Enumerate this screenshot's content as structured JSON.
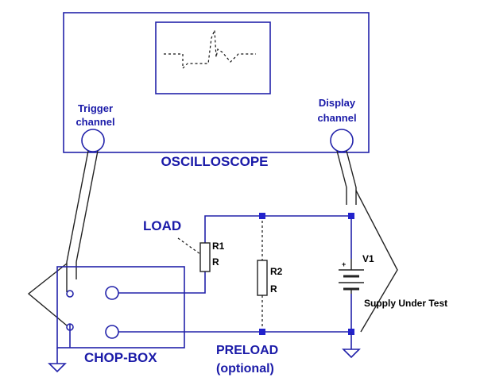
{
  "labels": {
    "oscilloscope": "OSCILLOSCOPE",
    "trigger_line1": "Trigger",
    "trigger_line2": "channel",
    "display_line1": "Display",
    "display_line2": "channel",
    "load": "LOAD",
    "r1_name": "R1",
    "r1_value": "R",
    "r2_name": "R2",
    "r2_value": "R",
    "v1_name": "V1",
    "v1_plus": "+",
    "supply": "Supply Under Test",
    "chop_box": "CHOP-BOX",
    "preload_line1": "PRELOAD",
    "preload_line2": "(optional)"
  },
  "colors": {
    "wire": "#2222aa",
    "label_blue": "#1a1aa8",
    "label_black": "#000000"
  }
}
